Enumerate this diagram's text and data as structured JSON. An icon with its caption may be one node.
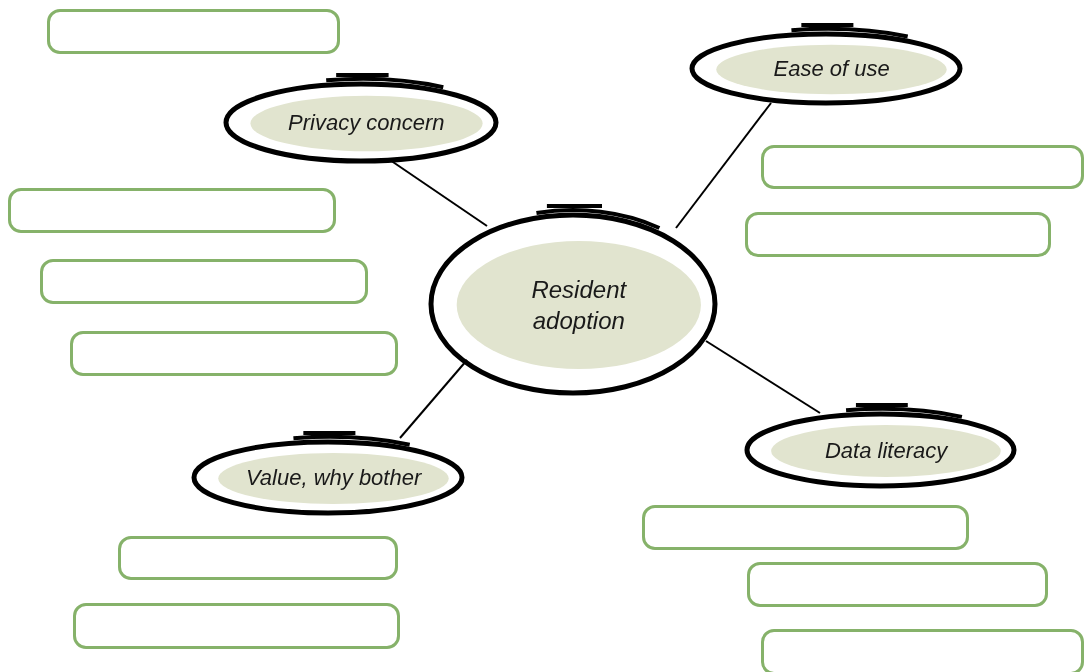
{
  "diagram": {
    "nodes": [
      {
        "text": [
          "Resident adoption"
        ]
      },
      {
        "text": [
          "Privacy concern"
        ]
      },
      {
        "text": [
          "Ease of use"
        ]
      },
      {
        "text": [
          "Value, why bother"
        ]
      },
      {
        "text": [
          "Data literacy"
        ]
      },
      {
        "text": [],
        "shape": "box"
      },
      {
        "text": [],
        "shape": "box"
      },
      {
        "text": [],
        "shape": "box"
      },
      {
        "text": [],
        "shape": "box"
      },
      {
        "text": [],
        "shape": "box"
      },
      {
        "text": [],
        "shape": "box"
      },
      {
        "text": [],
        "shape": "box"
      },
      {
        "text": [],
        "shape": "box"
      },
      {
        "text": [],
        "shape": "box"
      },
      {
        "text": [],
        "shape": "box"
      },
      {
        "text": [],
        "shape": "box"
      }
    ],
    "edges": [
      {
        "from": 0,
        "to": 1,
        "arrow": "none"
      },
      {
        "from": 0,
        "to": 2,
        "arrow": "none"
      },
      {
        "from": 0,
        "to": 3,
        "arrow": "none"
      },
      {
        "from": 0,
        "to": 4,
        "arrow": "none"
      }
    ]
  }
}
